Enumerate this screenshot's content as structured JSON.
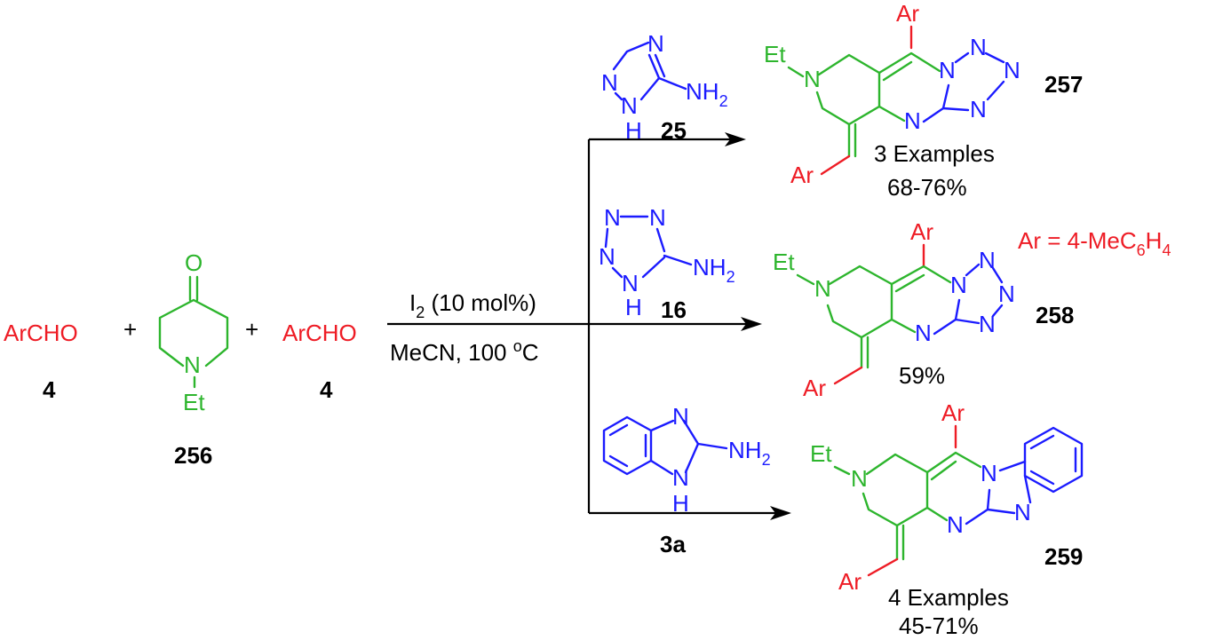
{
  "colors": {
    "red": "#ee1c25",
    "green": "#2db52d",
    "blue": "#1b1bff",
    "black": "#000000"
  },
  "reactants": {
    "aldehyde_left": {
      "formula": "ArCHO",
      "number": "4"
    },
    "plus1": "+",
    "piperidone": {
      "o": "O",
      "n": "N",
      "et": "Et",
      "number": "256"
    },
    "plus2": "+",
    "aldehyde_right": {
      "formula": "ArCHO",
      "number": "4"
    }
  },
  "conditions": {
    "cat_main": "I",
    "cat_sub": "2",
    "cat_rest": " (10 mol%)",
    "solvent_pre": "MeCN, 100 ",
    "solvent_sup": "o",
    "solvent_post": "C"
  },
  "amines": {
    "triazole": {
      "n": "N",
      "nh_h": "H",
      "nh2_main": "NH",
      "nh2_sub": "2",
      "number": "25"
    },
    "tetrazole": {
      "n": "N",
      "nh_h": "H",
      "nh2_main": "NH",
      "nh2_sub": "2",
      "number": "16"
    },
    "benzimidazole": {
      "n": "N",
      "nh_h": "H",
      "nh2_main": "NH",
      "nh2_sub": "2",
      "number": "3a"
    }
  },
  "products": {
    "p257": {
      "ar": "Ar",
      "et": "Et",
      "n": "N",
      "number": "257",
      "examples": "3 Examples",
      "yield": "68-76%"
    },
    "p258": {
      "ar": "Ar",
      "et": "Et",
      "n": "N",
      "number": "258",
      "yield": "59%"
    },
    "p259": {
      "ar": "Ar",
      "et": "Et",
      "n": "N",
      "number": "259",
      "examples": "4 Examples",
      "yield": "45-71%"
    }
  },
  "ar_definition": {
    "main": "Ar = 4-MeC",
    "sub1": "6",
    "h": "H",
    "sub2": "4"
  }
}
